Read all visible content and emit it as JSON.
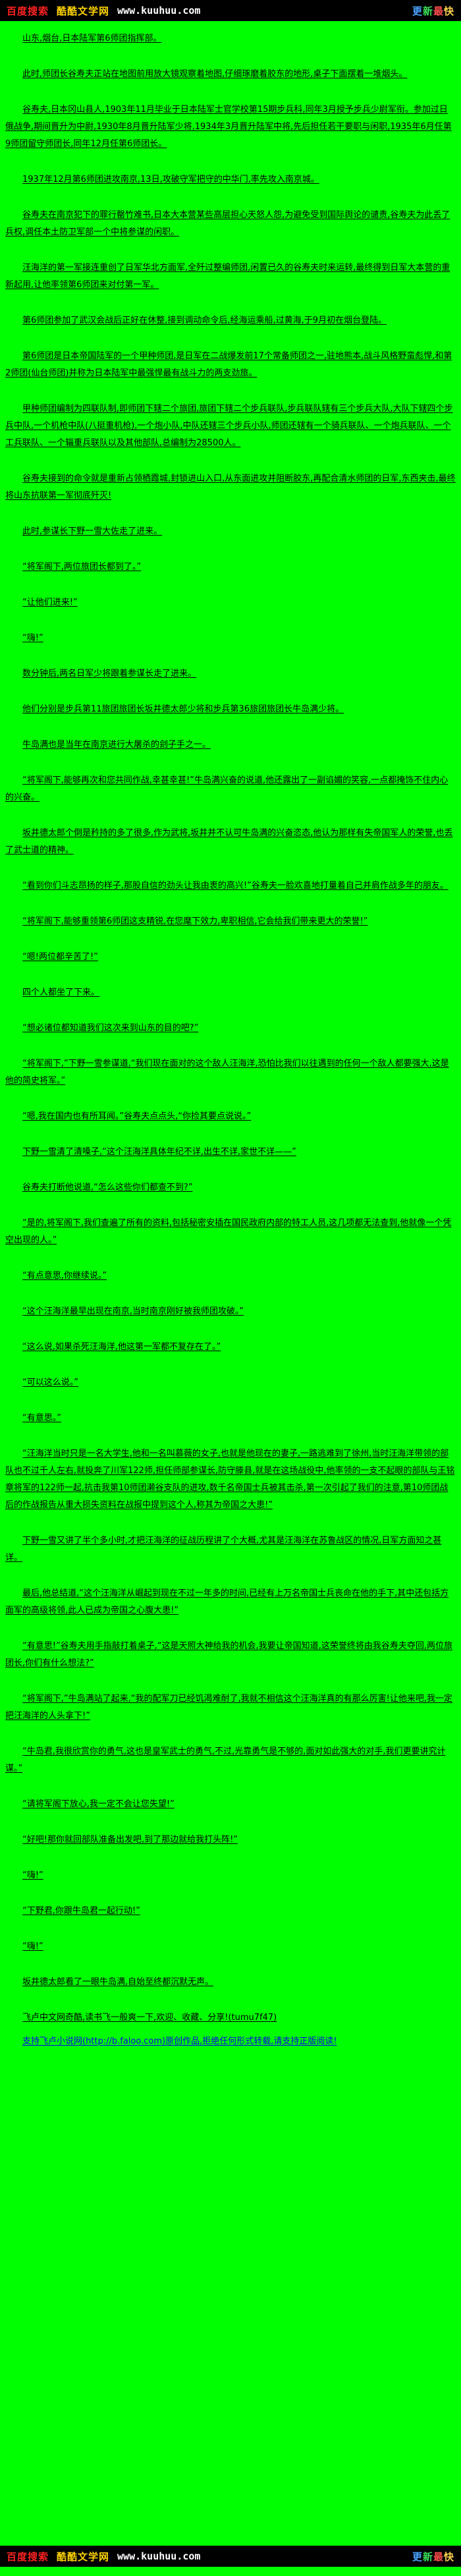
{
  "banner": {
    "baidu": "百度搜索",
    "site": "酷酷文学网",
    "url": "www.kuuhuu.com",
    "right": "更新最快",
    "right_colors": [
      "#4aa3ff",
      "#3ae05a",
      "#ff4d4d",
      "#ffd24d"
    ]
  },
  "colors": {
    "background": "#00ff00",
    "banner_bg": "#000000",
    "body_text": "#000000",
    "link_text": "#0000ee",
    "baidu_red": "#ff2222",
    "site_yellow": "#ffd400",
    "url_white": "#ffffff"
  },
  "content": {
    "paragraphs": [
      "山东,烟台,日本陆军第6师团指挥部。",
      "此时,师团长谷寿夫正站在地图前用放大镜观察着地图,仔细琢磨着胶东的地形,桌子下面摆着一堆烟头。",
      "谷寿夫,日本冈山县人,1903年11月毕业于日本陆军士官学校第15期步兵科,同年3月授予步兵少尉军衔。参加过日俄战争,期间晋升为中尉,1930年8月晋升陆军少将,1934年3月晋升陆军中将,先后担任若干要职与闲职,1935年6月任第9师团留守师团长,同年12月任第6师团长。",
      "1937年12月第6师团进攻南京,13日,攻破守军把守的中华门,率先攻入南京城。",
      "谷寿夫在南京犯下的罪行罄竹难书,日本大本营某些高层担心天怒人怨,为避免受到国际舆论的谴责,谷寿夫为此丢了兵权,调任本土防卫军部一个中将参谋的闲职。",
      "汪海洋的第一军接连重创了日军华北方面军,全歼过整编师团,闲置已久的谷寿夫时来运转,最终得到日军大本营的重新起用,让他率领第6师团来对付第一军。",
      "第6师团参加了武汉会战后正好在休整,接到调动命令后,经海运乘船,过黄海,于9月初在烟台登陆。",
      "第6师团是日本帝国陆军的一个甲种师团,是日军在二战爆发前17个常备师团之一,驻地熊本,战斗风格野蛮彪悍,和第2师团(仙台师团)并称为日本陆军中最强悍最有战斗力的两支劲旅。",
      "甲种师团编制为四联队制,即师团下辖二个旅团,旅团下辖二个步兵联队,步兵联队辖有三个步兵大队,大队下辖四个步兵中队,一个机枪中队(八挺重机枪),一个炮小队,中队还辖三个步兵小队,师团还辖有一个骑兵联队、一个炮兵联队、一个工兵联队、一个辎重兵联队以及其他部队,总编制为28500人。",
      "谷寿夫接到的命令就是重新占领栖霞城,封锁进山入口,从东面进攻并阻断胶东,再配合清水师团的日军,东西夹击,最终将山东抗联第一军彻底歼灭!",
      "此时,参谋长下野一雪大佐走了进来。",
      "“将军阁下,两位旅团长都到了。”",
      "“让他们进来!”",
      "“嗨!”",
      "数分钟后,两名日军少将跟着参谋长走了进来。",
      "他们分别是步兵第11旅团旅团长坂井德太郎少将和步兵第36旅团旅团长牛岛满少将。",
      "牛岛满也是当年在南京进行大屠杀的刽子手之一。",
      "“将军阁下,能够再次和您共同作战,幸甚幸甚!”牛岛满兴奋的说道,他还露出了一副谄媚的笑容,一点都掩饰不住内心的兴奋。",
      "坂井德太郎个倒是矜持的多了很多,作为武将,坂井并不认可牛岛满的兴奋恣态,他认为那样有失帝国军人的荣誉,也丢了武士道的精神。",
      "“看到你们斗志昂扬的样子,那股自信的劲头让我由衷的高兴!”谷寿夫一脸欢喜地打量着自己并肩作战多年的朋友。",
      "“将军阁下,能够重领第6师团这支精锐,在您麾下效力,卑职相信,它会给我们带来更大的荣誉!”",
      "“嗯!两位都辛苦了!”",
      "四个人都坐了下来。",
      "“想必诸位都知道我们这次来到山东的目的吧?”",
      "“将军阁下,”下野一雪参谋道,“我们现在面对的这个敌人汪海洋,恐怕比我们以往遇到的任何一个敌人都要强大,这是他的简史将军。”",
      "“嗯,我在国内也有所耳闻。”谷寿夫点点头,“你捡其要点说说。”",
      "下野一雪清了清嗓子,“这个汪海洋具体年纪不详,出生不详,家世不详——”",
      "谷寿夫打断他说道,“怎么这些你们都查不到?”",
      "“是的,将军阁下,我们查遍了所有的资料,包括秘密安插在国民政府内部的特工人员,这几项都无法查到,他就像一个凭空出现的人。”",
      "“有点意思,你继续说。”",
      "“这个汪海洋最早出现在南京,当时南京刚好被我师团攻破。”",
      "“这么说,如果杀死汪海洋,他这第一军都不复存在了。”",
      "“可以这么说。”",
      "“有意思。”",
      "“汪海洋当时只是一名大学生,他和一名叫慕薇的女子,也就是他现在的妻子,一路逃难到了徐州,当时汪海洋带领的部队也不过千人左右,就投奔了川军122师,担任师部参谋长,防守滕县,就是在这场战役中,他率领的一支不起眼的部队与王铭章将军的122师一起,抗击我第10师团濑谷支队的进攻,数千名帝国士兵被其击杀,第一次引起了我们的注意,第10师团战后的作战报告从重大损失资料在战报中提到这个人,称其为帝国之大患!”",
      "下野一雪又讲了半个多小时,才把汪海洋的征战历程讲了个大概,尤其是汪海洋在苏鲁战区的情况,日军方面知之甚详。",
      "最后,他总结道,“这个汪海洋从崛起到现在不过一年多的时间,已经有上万名帝国士兵丧命在他的手下,其中还包括方面军的高级将领,此人已成为帝国之心腹大患!”",
      "“有意思!”谷寿夫用手指敲打着桌子,“这是天照大神给我的机会,我要让帝国知道,这荣誉终将由我谷寿夫夺回,两位旅团长,你们有什么想法?”",
      "“将军阁下,”牛岛满站了起来,“我的配军刀已经饥渴难耐了,我就不相信这个汪海洋真的有那么厉害!让他来吧,我一定把汪海洋的人头拿下!”",
      "“牛岛君,我很欣赏你的勇气,这也是皇军武士的勇气,不过,光靠勇气是不够的,面对如此强大的对手,我们更要讲究计谋。”",
      "“请将军阁下放心,我一定不会让您失望!”",
      "“好吧!那你就回部队准备出发吧,到了那边就给我打头阵!”",
      "“嗨!”",
      "“下野君,你跟牛岛君一起行动!”",
      "“嗨!”",
      "坂井德太郎看了一眼牛岛满,自始至终都沉默无声。"
    ],
    "promo": "飞卢中文网奇酷,读书飞一般爽一下,欢迎、收藏、分享!(tumu7f47)",
    "link": "支持飞卢小说网(http://b.faloo.com)原创作品,拒绝任何形式转载,请支持正版阅读!"
  }
}
